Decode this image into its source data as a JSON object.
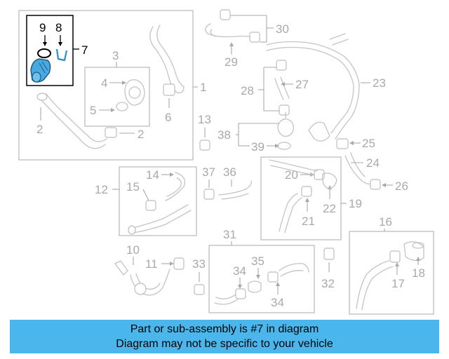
{
  "labels": {
    "n1": "1",
    "n2a": "2",
    "n2b": "2",
    "n3": "3",
    "n4": "4",
    "n5": "5",
    "n6": "6",
    "n7": "7",
    "n8": "8",
    "n9": "9",
    "n10": "10",
    "n11": "11",
    "n12": "12",
    "n13": "13",
    "n14": "14",
    "n15": "15",
    "n16": "16",
    "n17": "17",
    "n18": "18",
    "n19": "19",
    "n20": "20",
    "n21": "21",
    "n22": "22",
    "n23": "23",
    "n24": "24",
    "n25": "25",
    "n26": "26",
    "n27": "27",
    "n28": "28",
    "n29": "29",
    "n30": "30",
    "n31": "31",
    "n32": "32",
    "n33": "33",
    "n34a": "34",
    "n34b": "34",
    "n35": "35",
    "n36": "36",
    "n37": "37",
    "n38": "38",
    "n39": "39"
  },
  "footer": {
    "line1": "Part or sub-assembly is #7 in diagram",
    "line2": "Diagram may not be specific to your vehicle"
  },
  "colors": {
    "highlight_part": "#4aa8e0",
    "footer_bg": "#4ab6ec",
    "faded_line": "#c4c4c4",
    "faded_text": "#a9a9a9"
  }
}
